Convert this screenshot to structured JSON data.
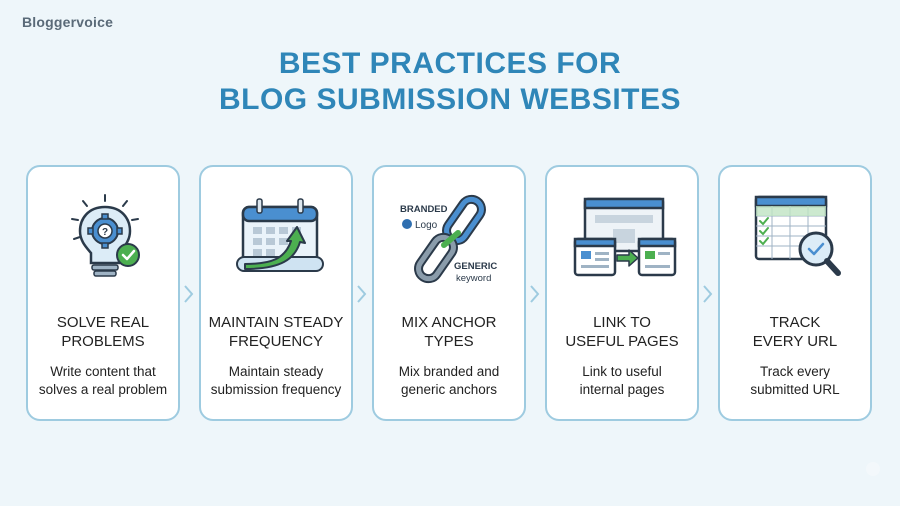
{
  "brand": "Bloggervoice",
  "title": {
    "line1": "BEST PRACTICES FOR",
    "line2": "BLOG SUBMISSION WEBSITES"
  },
  "cards": [
    {
      "icon": "lightbulb-gear-check-icon",
      "head1": "SOLVE REAL",
      "head2": "PROBLEMS",
      "desc1": "Write content that",
      "desc2": "solves a real problem"
    },
    {
      "icon": "calendar-growth-arrow-icon",
      "head1": "MAINTAIN STEADY",
      "head2": "FREQUENCY",
      "desc1": "Maintain steady",
      "desc2": "submission frequency"
    },
    {
      "icon": "chain-link-icon",
      "icon_text": {
        "branded": "BRANDED",
        "logo": "Logo",
        "generic": "GENERIC",
        "keyword": "keyword"
      },
      "head1": "MIX ANCHOR",
      "head2": "TYPES",
      "desc1": "Mix branded and",
      "desc2": "generic anchors"
    },
    {
      "icon": "linked-pages-icon",
      "head1": "LINK TO",
      "head2": "USEFUL PAGES",
      "desc1": "Link to useful",
      "desc2": "internal pages"
    },
    {
      "icon": "spreadsheet-magnifier-icon",
      "head1": "TRACK",
      "head2": "EVERY URL",
      "desc1": "Track every",
      "desc2": "submitted URL"
    }
  ],
  "colors": {
    "title": "#2f86b8",
    "card_border": "#9ecbe0",
    "accent_blue": "#3b82c4",
    "accent_green": "#4caf50",
    "background": "#eef6fa"
  }
}
